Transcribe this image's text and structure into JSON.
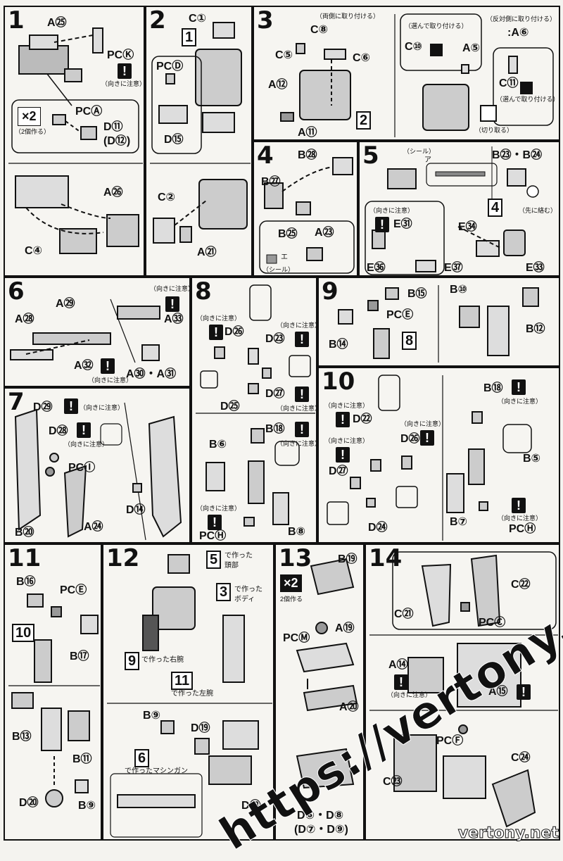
{
  "steps": {
    "s1": {
      "num": "1",
      "a25": "A㉕",
      "pck": "PCⓀ",
      "note1": "（向きに注意）",
      "x2": "×2",
      "x2note": "（2個作る）",
      "pca": "PCⒶ",
      "d11": "D⑪",
      "d12": "(D⑫)",
      "a26": "A㉖",
      "c4": "C④"
    },
    "s2": {
      "num": "2",
      "c1": "C①",
      "box1": "1",
      "pcd": "PCⒹ",
      "d15": "D⑮",
      "c2": "C②",
      "a21": "A㉑"
    },
    "s3": {
      "num": "3",
      "note_both": "（両側に取り付ける）",
      "c8": "C⑧",
      "c5": "C⑤",
      "c6": "C⑥",
      "a12": "A⑫",
      "a11": "A⑪",
      "box2": "2",
      "note_sel": "（選んで取り付ける）",
      "c10": "C⑩",
      "note_rev": "（反対側に取り付ける）",
      "a6": ":A⑥",
      "a5": "A⑤",
      "c11": "C⑪",
      "note_sel2": "（選んで取り付ける）",
      "note_cut": "（切り取る）"
    },
    "s4": {
      "num": "4",
      "b28": "B㉘",
      "b27": "B㉗",
      "b25": "B㉕",
      "a23": "A㉓",
      "seal": "（シール）",
      "seal_e": "エ"
    },
    "s5": {
      "num": "5",
      "seal": "（シール）",
      "seal_a": "ア",
      "b23b24": "B㉓・B㉔",
      "box4": "4",
      "note_tip": "（先に絡む）",
      "note_dir": "（向きに注意）",
      "e31": "E㉛",
      "e34": "E㉞",
      "e36": "E㊱",
      "e37": "E㊲",
      "e33": "E㉝"
    },
    "s6": {
      "num": "6",
      "note_dir": "（向きに注意）",
      "a29": "A㉙",
      "a28": "A㉘",
      "a33": "A㉝",
      "a32": "A㉜",
      "note_dir2": "（向きに注意）",
      "a30a31": "A㉚・A㉛"
    },
    "s7": {
      "num": "7",
      "d29": "D㉙",
      "note1": "（向きに注意）",
      "d28": "D㉘",
      "note2": "（向きに注意）",
      "pci": "PCⒾ",
      "d14": "D⑭",
      "b20": "B⑳",
      "a24": "A㉔"
    },
    "s8": {
      "num": "8",
      "note1": "（向きに注意）",
      "d26": "D㉖",
      "note2": "（向きに注意）",
      "d23": "D㉓",
      "d27": "D㉗",
      "note3": "（向きに注意）",
      "d25": "D㉕",
      "b18": "B⑱",
      "note4": "（向きに注意）",
      "b6": "B⑥",
      "note5": "（向きに注意）",
      "pch": "PCⒽ",
      "b8": "B⑧"
    },
    "s9": {
      "num": "9",
      "b15": "B⑮",
      "pce": "PCⒺ",
      "b14": "B⑭",
      "box8": "8",
      "b10": "B⑩",
      "b12": "B⑫"
    },
    "s10": {
      "num": "10",
      "note1": "（向きに注意）",
      "d22": "D㉒",
      "note2": "（向きに注意）",
      "d26": "D㉖",
      "note3": "（向きに注意）",
      "d27": "D㉗",
      "d24": "D㉔",
      "b18": "B⑱",
      "note4": "（向きに注意）",
      "b5": "B⑤",
      "b7": "B⑦",
      "note5": "（向きに注意）",
      "pch": "PCⒽ"
    },
    "s11": {
      "num": "11",
      "b16": "B⑯",
      "pce": "PCⒺ",
      "box10": "10",
      "b17": "B⑰",
      "b13": "B⑬",
      "b11": "B⑪",
      "d20": "D⑳",
      "b9": "B⑨"
    },
    "s12": {
      "num": "12",
      "box5": "5",
      "head": "で作った",
      "head2": "頭部",
      "box3": "3",
      "body": "で作った",
      "body2": "ボディ",
      "box9": "9",
      "rarm": "で作った右腕",
      "box11": "11",
      "larm": "で作った左腕",
      "b9": "B⑨",
      "d19": "D⑲",
      "box6": "6",
      "gun": "で作ったマシンガン",
      "d18": "D⑱"
    },
    "s13": {
      "num": "13",
      "x2": "×2",
      "x2note": "2個作る",
      "b19": "B⑲",
      "pcm": "PCⓂ",
      "a19": "A⑲",
      "a20": "A⑳",
      "d6d8": "D⑥・D⑧",
      "d7d9": "(D⑦・D⑨)"
    },
    "s14": {
      "num": "14",
      "c22": "C㉒",
      "c21": "C㉑",
      "pcc": "PCⒸ",
      "a14": "A⑭",
      "note1": "（向きに注意）",
      "a15": "A⑮",
      "pcf": "PCⒻ",
      "c24": "C㉔",
      "c23": "C㉓"
    }
  },
  "watermark": "https://vertony.net",
  "corner": "vertony.net"
}
